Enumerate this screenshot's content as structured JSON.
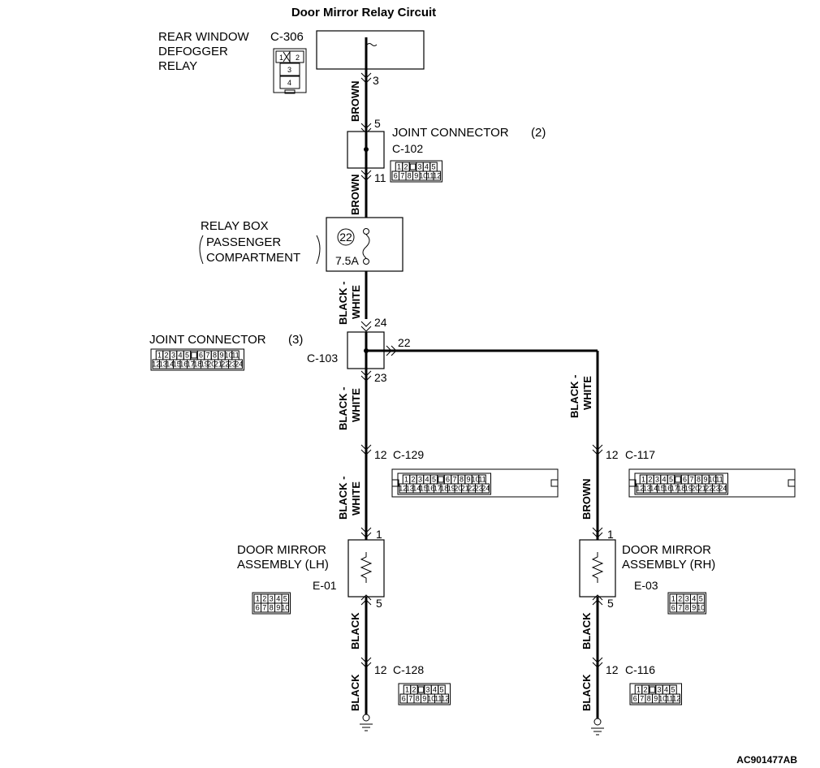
{
  "title": "Door Mirror Relay Circuit",
  "reference_code": "AC901477AB",
  "components": {
    "relay": {
      "lines": [
        "REAR WINDOW",
        "DEFOGGER",
        "RELAY"
      ],
      "connector": "C-306",
      "pin_out": "3",
      "mini_pins": [
        "1",
        "2",
        "3",
        "4"
      ]
    },
    "jc2": {
      "name": "JOINT CONNECTOR",
      "suffix": "(2)",
      "connector": "C-102",
      "pin_in": "5",
      "pin_out": "11"
    },
    "relay_box": {
      "lines": [
        "RELAY BOX",
        "PASSENGER",
        "COMPARTMENT"
      ],
      "fuse_no": "22",
      "fuse_rating": "7.5A"
    },
    "jc3": {
      "name": "JOINT CONNECTOR",
      "suffix": "(3)",
      "connector": "C-103",
      "pin_in": "24",
      "pin_out": "23",
      "pin_branch": "22"
    },
    "c129": {
      "pin": "12",
      "connector": "C-129"
    },
    "c117": {
      "pin": "12",
      "connector": "C-117"
    },
    "mirror_lh": {
      "lines": [
        "DOOR MIRROR",
        "ASSEMBLY (LH)"
      ],
      "connector": "E-01",
      "pin_in": "1",
      "pin_out": "5"
    },
    "mirror_rh": {
      "lines": [
        "DOOR MIRROR",
        "ASSEMBLY (RH)"
      ],
      "connector": "E-03",
      "pin_in": "1",
      "pin_out": "5"
    },
    "c128": {
      "pin": "12",
      "connector": "C-128"
    },
    "c116": {
      "pin": "12",
      "connector": "C-116"
    }
  },
  "wire_colors": {
    "w1": "BROWN",
    "w2": "BROWN",
    "w3": [
      "BLACK -",
      "WHITE"
    ],
    "w4": [
      "BLACK -",
      "WHITE"
    ],
    "w5": [
      "BLACK -",
      "WHITE"
    ],
    "w6": [
      "BLACK -",
      "WHITE"
    ],
    "w7": "BROWN",
    "w8": "BLACK",
    "w9": "BLACK",
    "w10": "BLACK",
    "w11": "BLACK"
  },
  "connector_grids": {
    "twelve": [
      [
        "1",
        "2",
        "",
        "3",
        "4",
        "5"
      ],
      [
        "6",
        "7",
        "8",
        "9",
        "10",
        "11",
        "12"
      ]
    ],
    "twentyfour": [
      [
        "1",
        "2",
        "3",
        "4",
        "5",
        "",
        "6",
        "7",
        "8",
        "9",
        "10",
        "11"
      ],
      [
        "12",
        "13",
        "14",
        "15",
        "16",
        "17",
        "18",
        "19",
        "20",
        "21",
        "22",
        "23",
        "24"
      ]
    ],
    "ten": [
      [
        "1",
        "2",
        "3",
        "4",
        "5"
      ],
      [
        "6",
        "7",
        "8",
        "9",
        "10"
      ]
    ]
  }
}
